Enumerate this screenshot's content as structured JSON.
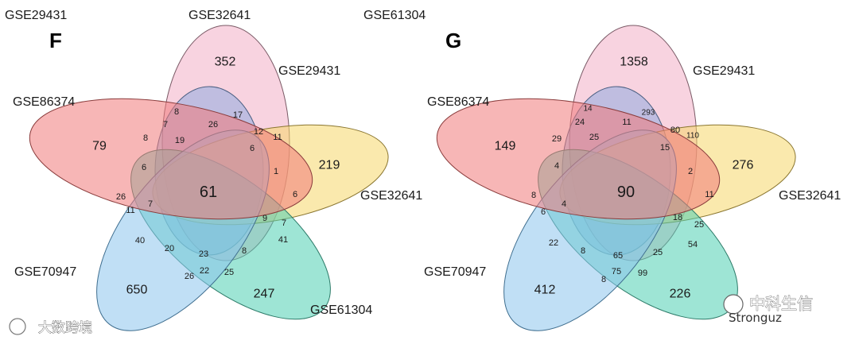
{
  "top_labels": {
    "left": "GSE29431",
    "middle": "GSE32641",
    "right": "GSE61304"
  },
  "panels": [
    {
      "id": "F",
      "title": "F",
      "set_labels": {
        "top": "GSE32641",
        "upper_right": "GSE29431",
        "left": "GSE86374",
        "right": "GSE32641",
        "lower_left": "GSE70947",
        "lower_right": "GSE61304"
      },
      "colors": [
        "#f4b6cc",
        "#86a8e0",
        "#f6d76a",
        "#4fcfb2",
        "#8cc4ec",
        "#f07a7a"
      ],
      "numbers": {
        "n1": "352",
        "n2": "79",
        "n3": "219",
        "n4": "650",
        "n5": "247",
        "n6": "8",
        "n7": "17",
        "n8": "7",
        "n9": "26",
        "n10": "12",
        "n11": "8",
        "n12": "11",
        "n13": "19",
        "n14": "6",
        "n15": "6",
        "n16": "61",
        "n17": "1",
        "n18": "6",
        "n19": "26",
        "n20": "11",
        "n21": "7",
        "n22": "9",
        "n23": "7",
        "n24": "40",
        "n25": "41",
        "n26": "20",
        "n27": "23",
        "n28": "8",
        "n29": "26",
        "n30": "22",
        "n31": "25"
      }
    },
    {
      "id": "G",
      "title": "G",
      "set_labels": {
        "upper_right": "GSE29431",
        "left": "GSE86374",
        "right": "GSE32641",
        "lower_left": "GSE70947"
      },
      "colors": [
        "#f4b6cc",
        "#86a8e0",
        "#f6d76a",
        "#4fcfb2",
        "#8cc4ec",
        "#f07a7a"
      ],
      "numbers": {
        "n1": "1358",
        "n2": "149",
        "n3": "276",
        "n4": "412",
        "n5": "226",
        "n6": "14",
        "n7": "293",
        "n8": "24",
        "n9": "11",
        "n10": "80",
        "n11": "110",
        "n12": "29",
        "n13": "25",
        "n14": "15",
        "n15": "4",
        "n16": "2",
        "n17": "90",
        "n18": "8",
        "n19": "4",
        "n20": "11",
        "n21": "6",
        "n22": "18",
        "n23": "25",
        "n24": "22",
        "n25": "54",
        "n26": "8",
        "n27": "65",
        "n28": "25",
        "n29": "75",
        "n30": "99",
        "n31": "8"
      }
    }
  ],
  "watermarks": {
    "left": "大数跨境",
    "right_cn": "中科生信",
    "right_en": "Stronguz"
  }
}
